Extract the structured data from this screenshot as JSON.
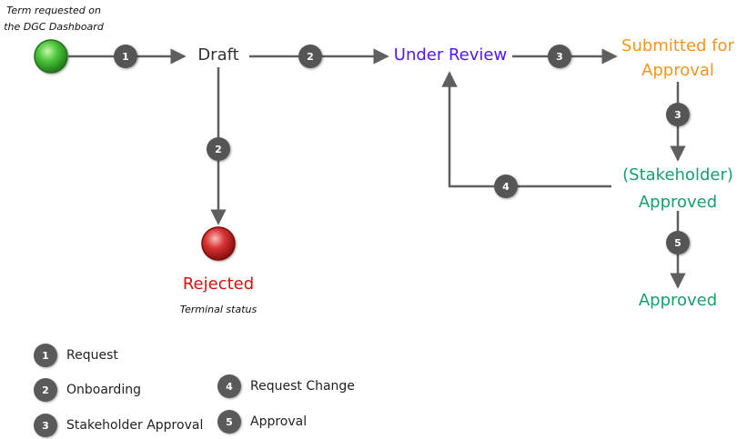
{
  "colors": {
    "arrow": "#5f5f5f",
    "badge": "#555555",
    "draft": "#333333",
    "under_review": "#5218f0",
    "submitted": "#f7941d",
    "approved": "#16a06a",
    "rejected": "#d0140f"
  },
  "start": {
    "note_line1": "Term requested on",
    "note_line2": "the DGC Dashboard",
    "icon": "green-circle"
  },
  "states": {
    "draft": "Draft",
    "under_review": "Under Review",
    "submitted_line1": "Submitted for",
    "submitted_line2": "Approval",
    "stakeholder_line1": "(Stakeholder)",
    "stakeholder_line2": "Approved",
    "approved": "Approved",
    "rejected": "Rejected",
    "rejected_note": "Terminal status"
  },
  "transitions": [
    {
      "badge": "1",
      "from": "start",
      "to": "Draft"
    },
    {
      "badge": "2",
      "from": "Draft",
      "to": "Under Review"
    },
    {
      "badge": "3",
      "from": "Under Review",
      "to": "Submitted for Approval"
    },
    {
      "badge": "2",
      "from": "Draft",
      "to": "Rejected"
    },
    {
      "badge": "3",
      "from": "Submitted for Approval",
      "to": "(Stakeholder) Approved"
    },
    {
      "badge": "4",
      "from": "(Stakeholder) Approved",
      "to": "Under Review"
    },
    {
      "badge": "5",
      "from": "(Stakeholder) Approved",
      "to": "Approved"
    }
  ],
  "legend": [
    {
      "num": "1",
      "label": "Request"
    },
    {
      "num": "2",
      "label": "Onboarding"
    },
    {
      "num": "3",
      "label": "Stakeholder Approval"
    },
    {
      "num": "4",
      "label": "Request Change"
    },
    {
      "num": "5",
      "label": "Approval"
    }
  ]
}
